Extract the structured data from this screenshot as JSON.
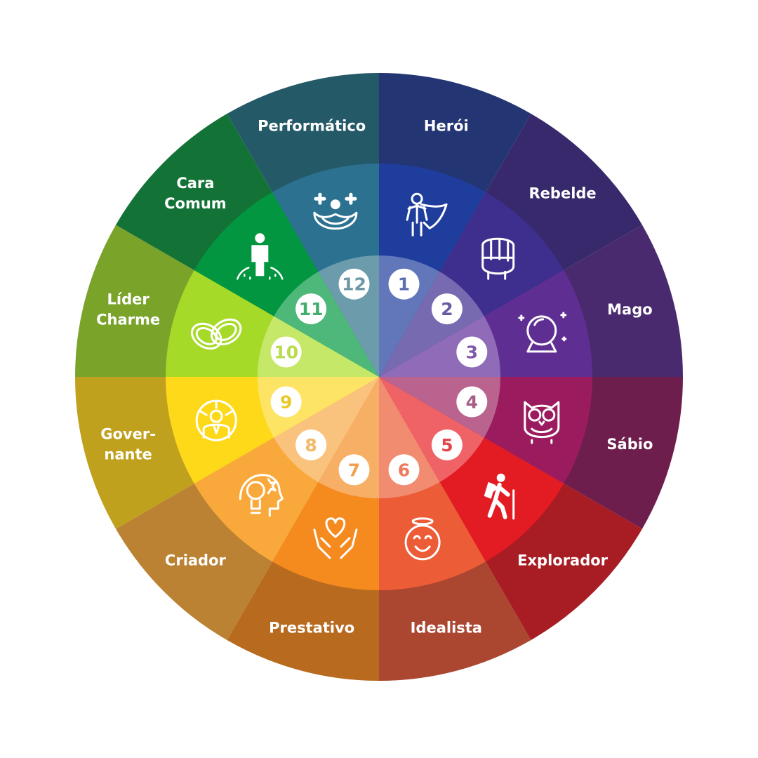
{
  "archetypes": [
    {
      "number": "1",
      "label": [
        "Herói"
      ],
      "icon": "hero-icon",
      "outer": "#243573",
      "middle": "#1f3d9c",
      "inner": "#5e75b8",
      "num_color": "#5a6fb0"
    },
    {
      "number": "2",
      "label": [
        "Rebelde"
      ],
      "icon": "fist-icon",
      "outer": "#37296b",
      "middle": "#3e2f8f",
      "inner": "#7668b0",
      "num_color": "#6a5aa5"
    },
    {
      "number": "3",
      "label": [
        "Mago"
      ],
      "icon": "crystal-ball-icon",
      "outer": "#4a2a6e",
      "middle": "#5f2e93",
      "inner": "#8e6ab7",
      "num_color": "#7f5aaa"
    },
    {
      "number": "4",
      "label": [
        "Sábio"
      ],
      "icon": "owl-icon",
      "outer": "#6e1e4d",
      "middle": "#9a1c5f",
      "inner": "#b8608c",
      "num_color": "#a85d86"
    },
    {
      "number": "5",
      "label": [
        "Explorador"
      ],
      "icon": "hiker-icon",
      "outer": "#a81c24",
      "middle": "#e31b23",
      "inner": "#ef5f63",
      "num_color": "#e2474b"
    },
    {
      "number": "6",
      "label": [
        "Idealista"
      ],
      "icon": "angel-face-icon",
      "outer": "#ab4630",
      "middle": "#ec5c37",
      "inner": "#f28a6e",
      "num_color": "#ef7b5c"
    },
    {
      "number": "7",
      "label": [
        "Prestativo"
      ],
      "icon": "heart-hands-icon",
      "outer": "#b86a1e",
      "middle": "#f58a1f",
      "inner": "#f7ae62",
      "num_color": "#f1a14d"
    },
    {
      "number": "8",
      "label": [
        "Criador"
      ],
      "icon": "creative-head-icon",
      "outer": "#ba8232",
      "middle": "#f9a93b",
      "inner": "#fac27b",
      "num_color": "#f3b966"
    },
    {
      "number": "9",
      "label": [
        "Gover-",
        "nante"
      ],
      "icon": "ruler-person-icon",
      "outer": "#bfa11e",
      "middle": "#fdd91a",
      "inner": "#fde461",
      "num_color": "#e7c929"
    },
    {
      "number": "10",
      "label": [
        "Líder",
        "Charme"
      ],
      "icon": "rings-icon",
      "outer": "#7aa32a",
      "middle": "#a6da29",
      "inner": "#c5e866",
      "num_color": "#b7dc4c"
    },
    {
      "number": "11",
      "label": [
        "Cara",
        "Comum"
      ],
      "icon": "person-icon",
      "outer": "#137337",
      "middle": "#01963f",
      "inner": "#4ab777",
      "num_color": "#43ad6c"
    },
    {
      "number": "12",
      "label": [
        "Performático"
      ],
      "icon": "clown-icon",
      "outer": "#245968",
      "middle": "#2c7190",
      "inner": "#6a9aab",
      "num_color": "#6e97a6"
    }
  ]
}
